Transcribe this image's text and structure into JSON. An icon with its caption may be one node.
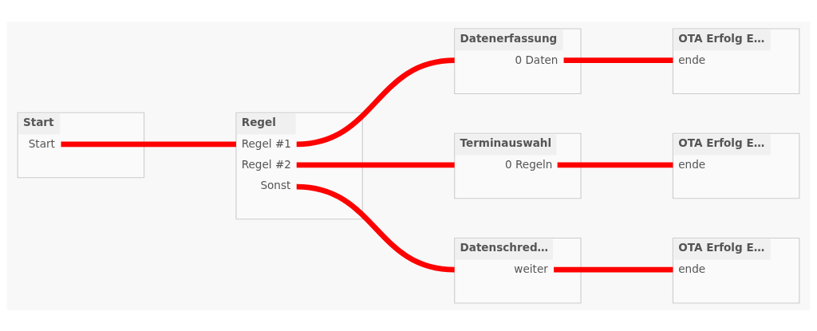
{
  "diagram": {
    "nodes": [
      {
        "text": [
          "Start",
          "Start"
        ]
      },
      {
        "text": [
          "Regel",
          "Regel #1",
          "Regel #2",
          "Sonst"
        ]
      },
      {
        "text": [
          "Datenerfassung",
          "0 Daten"
        ]
      },
      {
        "text": [
          "OTA Erfolg E…",
          "ende"
        ]
      },
      {
        "text": [
          "Terminauswahl",
          "0 Regeln"
        ]
      },
      {
        "text": [
          "OTA Erfolg E…",
          "ende"
        ]
      },
      {
        "text": [
          "Datenschred…",
          "weiter"
        ]
      },
      {
        "text": [
          "OTA Erfolg E…",
          "ende"
        ]
      }
    ],
    "edges": [
      {
        "from": 0,
        "to": 1,
        "arrow": "none"
      },
      {
        "from": 1,
        "to": 2,
        "arrow": "none"
      },
      {
        "from": 1,
        "to": 4,
        "arrow": "none"
      },
      {
        "from": 1,
        "to": 6,
        "arrow": "none"
      },
      {
        "from": 2,
        "to": 3,
        "arrow": "none"
      },
      {
        "from": 4,
        "to": 5,
        "arrow": "none"
      },
      {
        "from": 6,
        "to": 7,
        "arrow": "none"
      }
    ]
  }
}
